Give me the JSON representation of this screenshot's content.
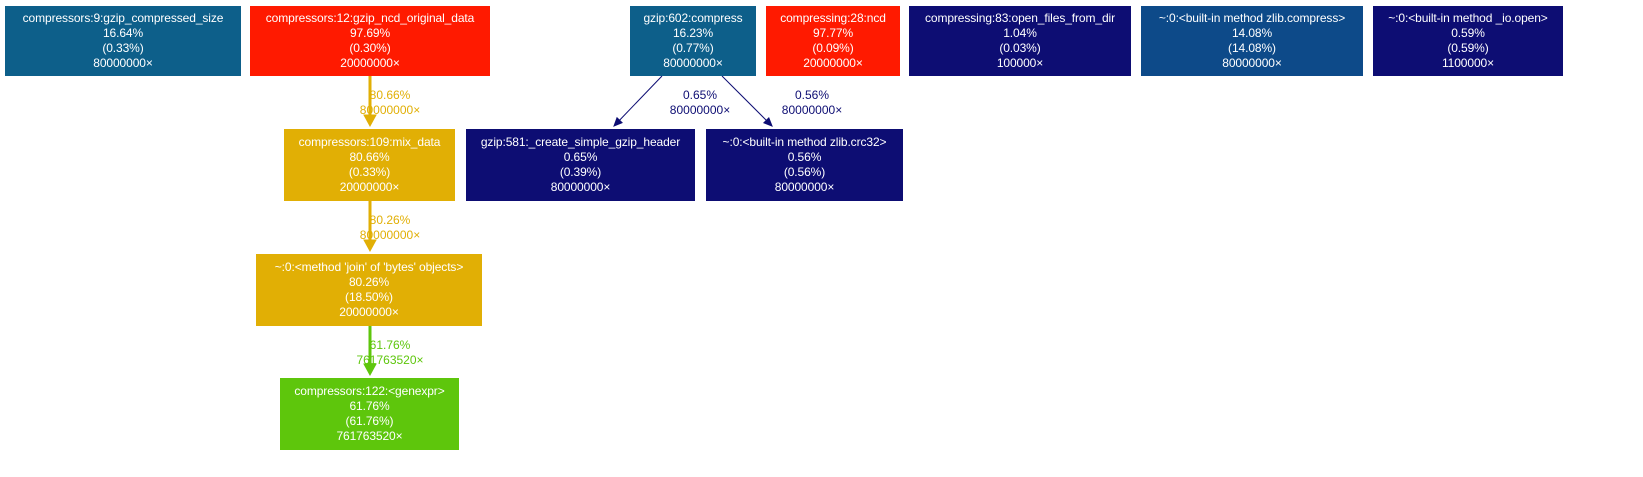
{
  "graph": {
    "nodes": [
      {
        "id": "n1",
        "name": "compressors:9:gzip_compressed_size",
        "total": "16.64%",
        "self": "(0.33%)",
        "calls": "80000000×",
        "fill": "#0d5f8a",
        "text": "#ffffff"
      },
      {
        "id": "n2",
        "name": "compressors:12:gzip_ncd_original_data",
        "total": "97.69%",
        "self": "(0.30%)",
        "calls": "20000000×",
        "fill": "#ff1a00",
        "text": "#ffffff"
      },
      {
        "id": "n3",
        "name": "gzip:602:compress",
        "total": "16.23%",
        "self": "(0.77%)",
        "calls": "80000000×",
        "fill": "#0d5f8a",
        "text": "#ffffff"
      },
      {
        "id": "n4",
        "name": "compressing:28:ncd",
        "total": "97.77%",
        "self": "(0.09%)",
        "calls": "20000000×",
        "fill": "#ff1a00",
        "text": "#ffffff"
      },
      {
        "id": "n5",
        "name": "compressing:83:open_files_from_dir",
        "total": "1.04%",
        "self": "(0.03%)",
        "calls": "100000×",
        "fill": "#0d0d73",
        "text": "#ffffff"
      },
      {
        "id": "n6",
        "name": "~:0:<built-in method zlib.compress>",
        "total": "14.08%",
        "self": "(14.08%)",
        "calls": "80000000×",
        "fill": "#0d4a89",
        "text": "#ffffff"
      },
      {
        "id": "n7",
        "name": "~:0:<built-in method _io.open>",
        "total": "0.59%",
        "self": "(0.59%)",
        "calls": "1100000×",
        "fill": "#0d0d73",
        "text": "#ffffff"
      },
      {
        "id": "n8",
        "name": "compressors:109:mix_data",
        "total": "80.66%",
        "self": "(0.33%)",
        "calls": "20000000×",
        "fill": "#e1af05",
        "text": "#ffffff"
      },
      {
        "id": "n9",
        "name": "gzip:581:_create_simple_gzip_header",
        "total": "0.65%",
        "self": "(0.39%)",
        "calls": "80000000×",
        "fill": "#0d0d73",
        "text": "#ffffff"
      },
      {
        "id": "n10",
        "name": "~:0:<built-in method zlib.crc32>",
        "total": "0.56%",
        "self": "(0.56%)",
        "calls": "80000000×",
        "fill": "#0d0d73",
        "text": "#ffffff"
      },
      {
        "id": "n11",
        "name": "~:0:<method 'join' of 'bytes' objects>",
        "total": "80.26%",
        "self": "(18.50%)",
        "calls": "20000000×",
        "fill": "#e1af05",
        "text": "#ffffff"
      },
      {
        "id": "n12",
        "name": "compressors:122:<genexpr>",
        "total": "61.76%",
        "self": "(61.76%)",
        "calls": "761763520×",
        "fill": "#5ec60c",
        "text": "#ffffff"
      }
    ],
    "edges": [
      {
        "from": "n2",
        "to": "n8",
        "pct": "80.66%",
        "calls": "80000000×",
        "color": "#e1af05"
      },
      {
        "from": "n8",
        "to": "n11",
        "pct": "80.26%",
        "calls": "80000000×",
        "color": "#e1af05"
      },
      {
        "from": "n11",
        "to": "n12",
        "pct": "61.76%",
        "calls": "761763520×",
        "color": "#5ec60c"
      },
      {
        "from": "n3",
        "to": "n9",
        "pct": "0.65%",
        "calls": "80000000×",
        "color": "#0d0d73"
      },
      {
        "from": "n3",
        "to": "n10",
        "pct": "0.56%",
        "calls": "80000000×",
        "color": "#0d0d73"
      }
    ]
  }
}
